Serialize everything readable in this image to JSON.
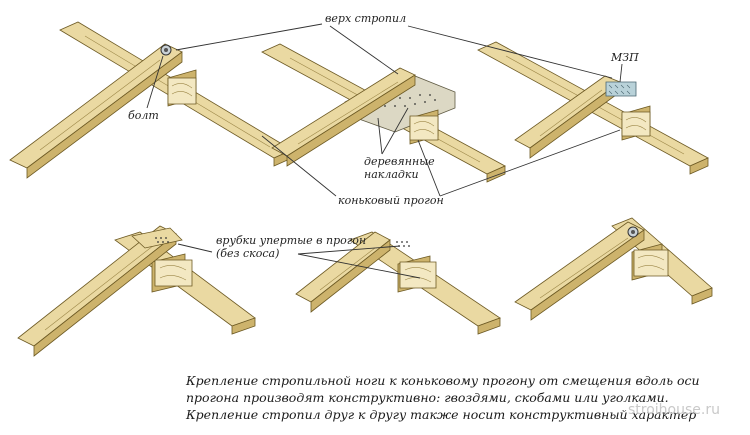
{
  "labels": {
    "rafter_top": "верх стропил",
    "bolt": "болт",
    "mzp": "МЗП",
    "wooden_plates_line1": "деревянные",
    "wooden_plates_line2": "накладки",
    "ridge_purlin": "коньковый прогон",
    "notches_line1": "врубки упертые в прогон",
    "notches_line2": "(без скоса)"
  },
  "caption": {
    "line1": "Крепление стропильной ноги к коньковому прогону от смещения вдоль оси",
    "line2": "прогона производят конструктивно: гвоздями, скобами или уголками.",
    "line3": "Крепление стропил друг к другу также носит конструктивный характер"
  },
  "watermark": "stroihouse.ru",
  "colors": {
    "wood_light": "#ead9a2",
    "wood_dark": "#cdb36c",
    "wood_end": "#f3e8c2",
    "metal_plate": "#b9d2d9",
    "text": "#222222"
  }
}
